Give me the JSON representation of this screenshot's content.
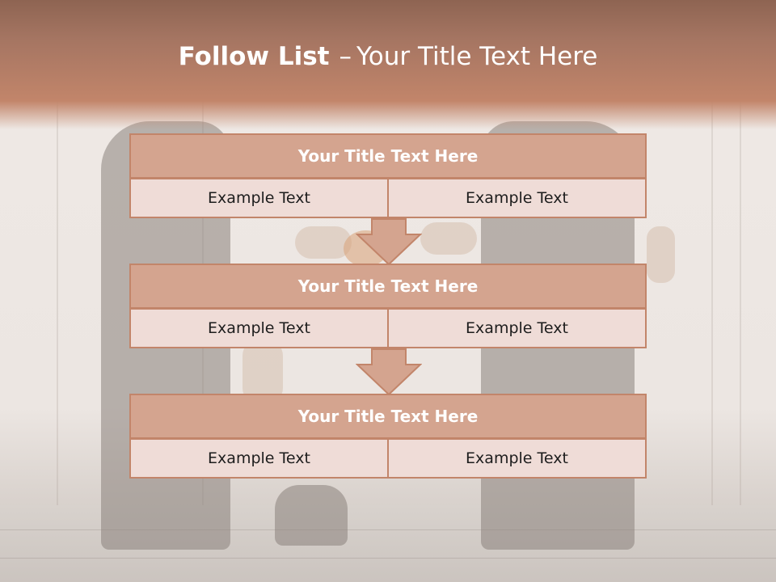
{
  "slide": {
    "title_bold": "Follow List",
    "title_separator": "–",
    "title_rest": "Your Title Text Here"
  },
  "blocks": [
    {
      "title": "Your Title Text Here",
      "left_text": "Example Text",
      "right_text": "Example Text"
    },
    {
      "title": "Your Title Text Here",
      "left_text": "Example Text",
      "right_text": "Example Text"
    },
    {
      "title": "Your Title Text Here",
      "left_text": "Example Text",
      "right_text": "Example Text"
    }
  ],
  "colors": {
    "accent": "#c2856a",
    "block_head": "#d4a48f",
    "cell_fill": "#efdcd7",
    "header_dark": "#8e6452"
  },
  "icons": [
    "down-arrow-icon",
    "down-arrow-icon"
  ]
}
